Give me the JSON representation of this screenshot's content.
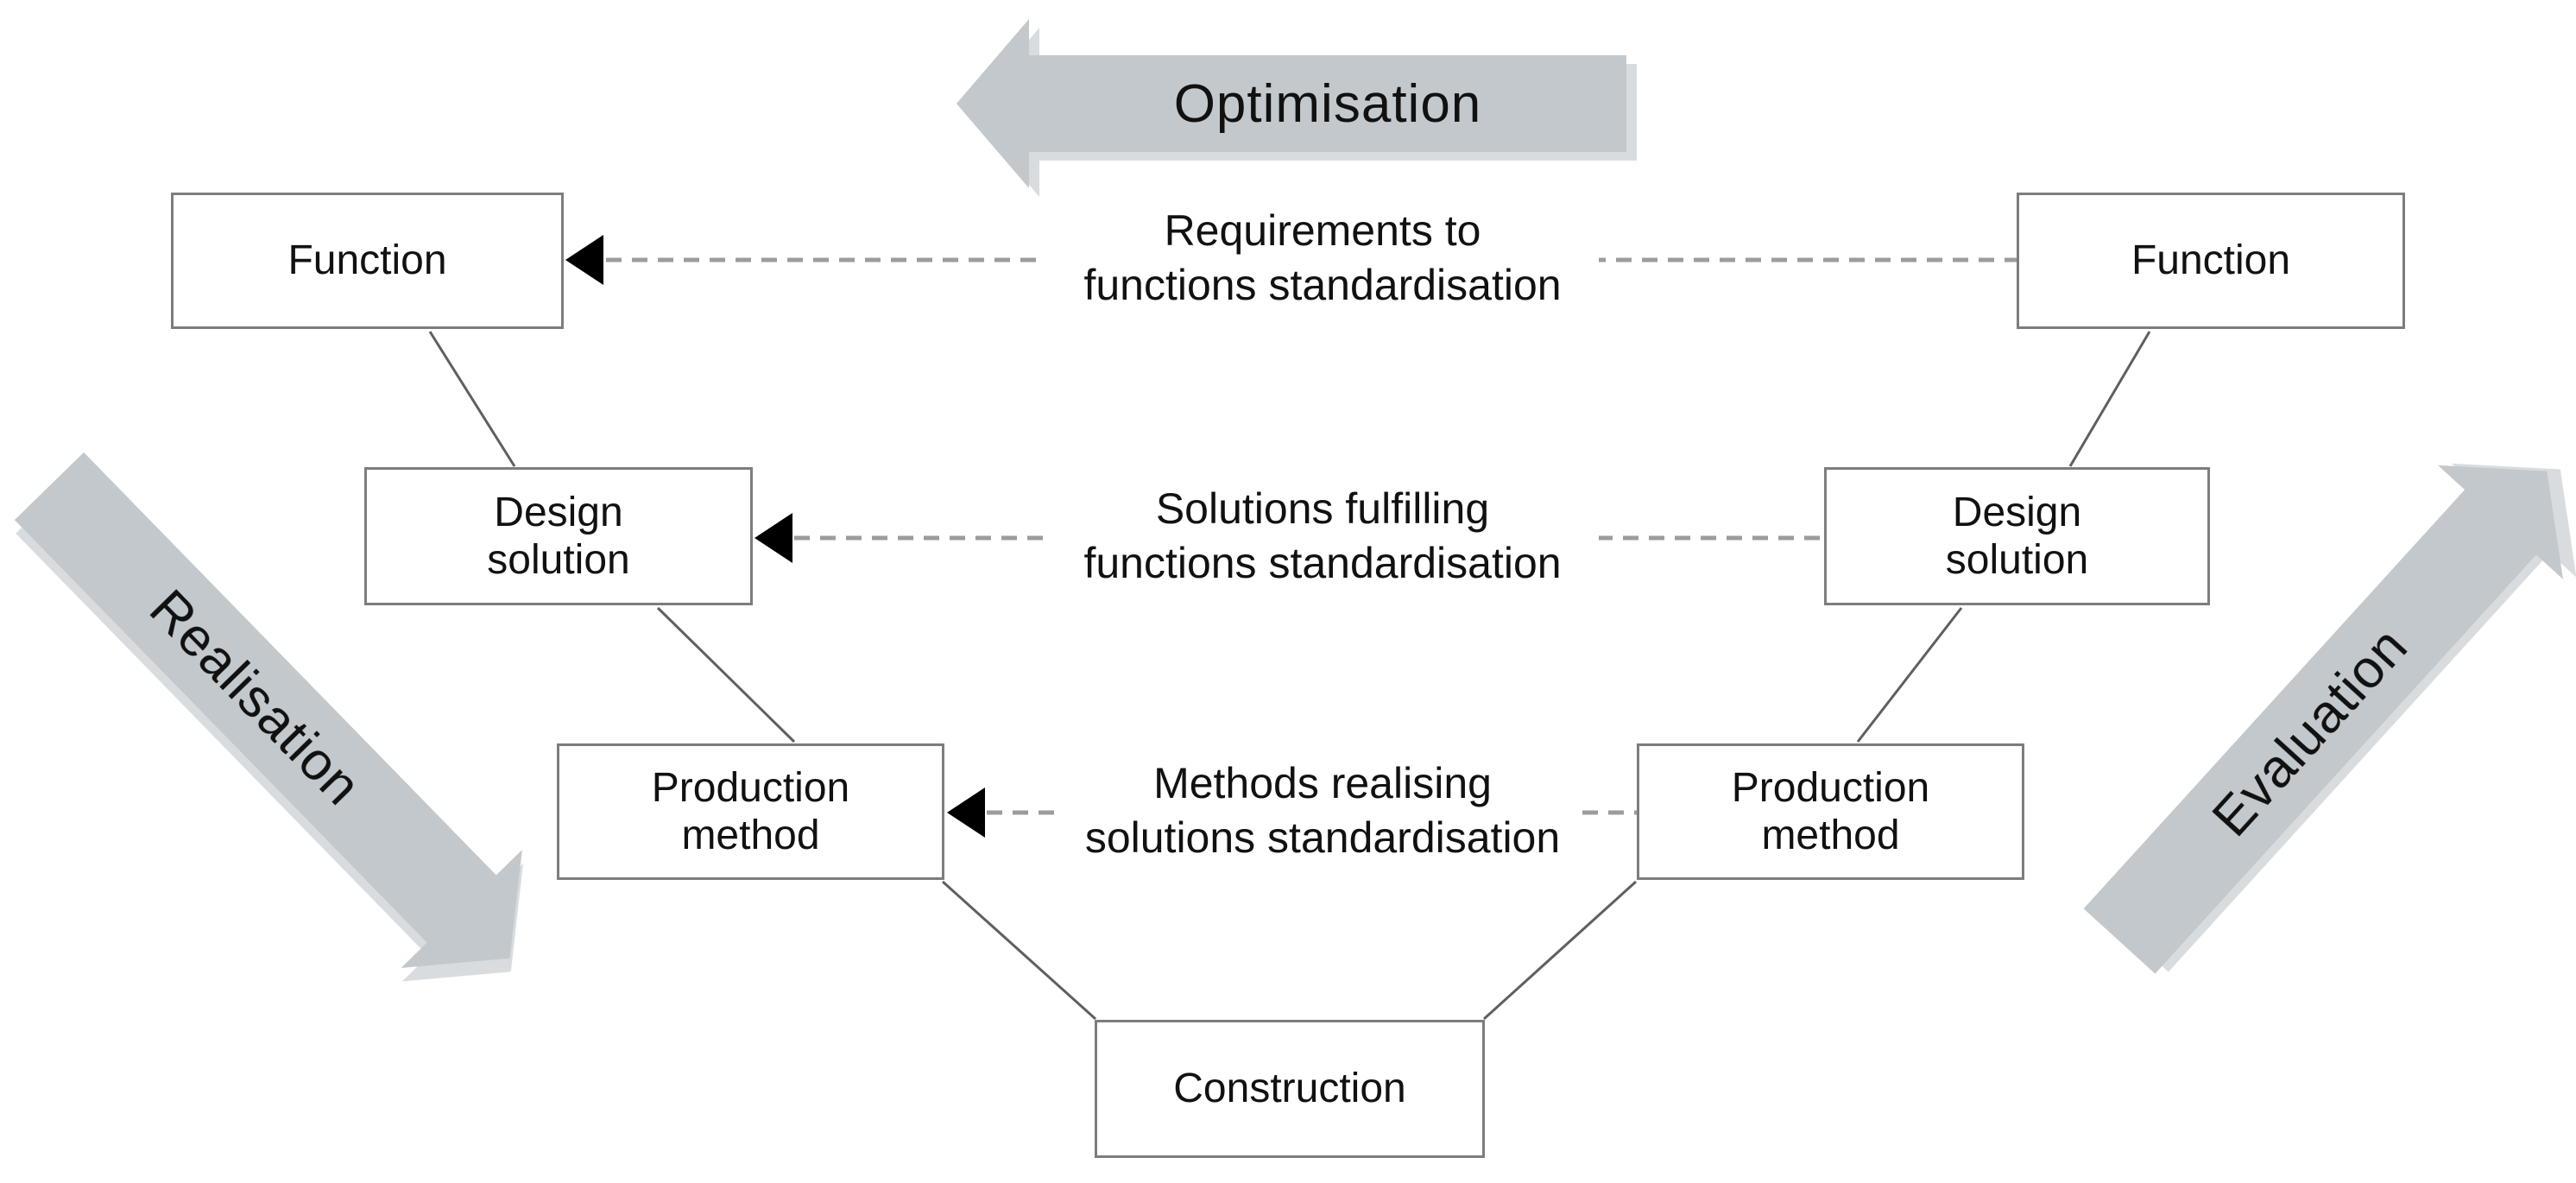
{
  "big_arrows": {
    "optimisation": {
      "label": "Optimisation"
    },
    "realisation": {
      "label": "Realisation"
    },
    "evaluation": {
      "label": "Evaluation"
    }
  },
  "boxes": {
    "function_left": {
      "label": "Function"
    },
    "design_left": {
      "label": "Design\nsolution"
    },
    "production_left": {
      "label": "Production\nmethod"
    },
    "construction": {
      "label": "Construction"
    },
    "function_right": {
      "label": "Function"
    },
    "design_right": {
      "label": "Design\nsolution"
    },
    "production_right": {
      "label": "Production\nmethod"
    }
  },
  "link_labels": {
    "requirements": {
      "label": "Requirements to\nfunctions standardisation"
    },
    "solutions": {
      "label": "Solutions fulfilling\nfunctions standardisation"
    },
    "methods": {
      "label": "Methods realising\nsolutions standardisation"
    }
  },
  "colors": {
    "arrow_fill": "#c3c8cc",
    "box_border": "#7d7d7d",
    "dashed_line": "#9c9c9c",
    "connector_line": "#5f5f5f",
    "arrowhead": "#000000",
    "text": "#111111",
    "background": "#ffffff"
  }
}
